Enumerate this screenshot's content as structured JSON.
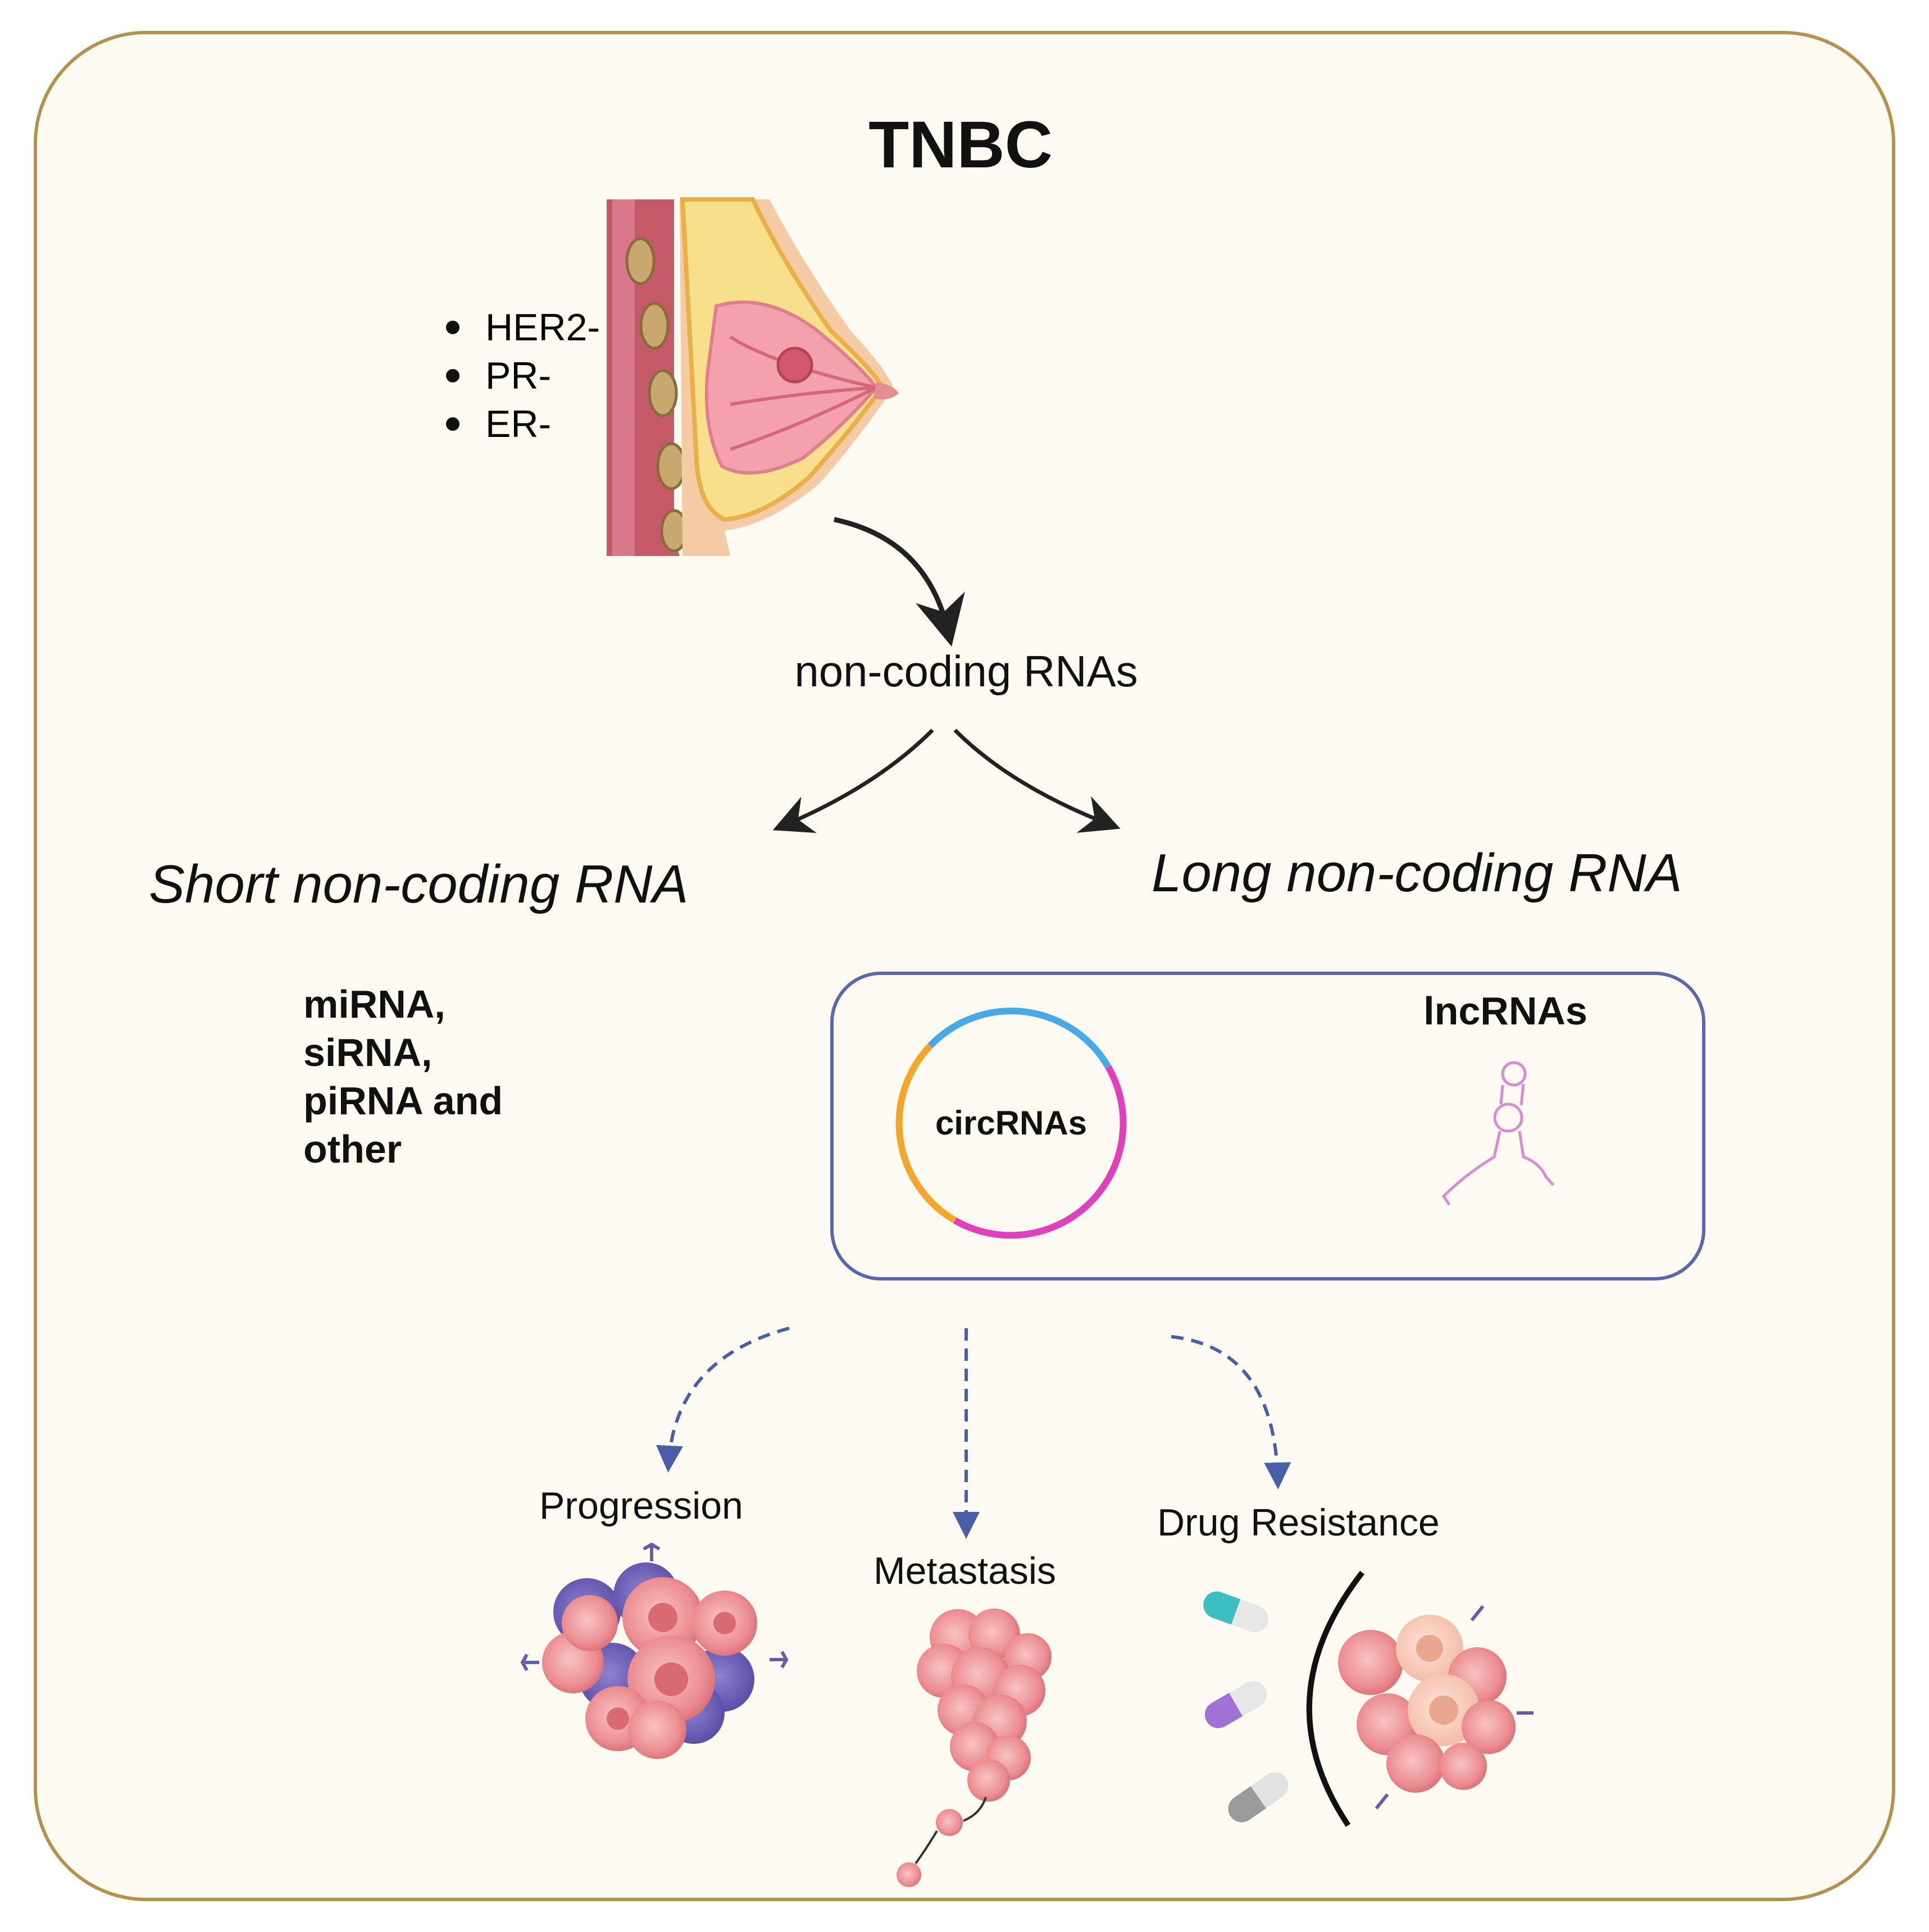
{
  "title": "TNBC",
  "receptor_markers": [
    "HER2-",
    "PR-",
    "ER-"
  ],
  "root_node": "non-coding RNAs",
  "short_branch": {
    "heading": "Short non-coding RNA",
    "members": [
      "miRNA,",
      "siRNA,",
      "piRNA and",
      "other"
    ]
  },
  "long_branch": {
    "heading": "Long non-coding RNA",
    "circ_label": "circRNAs",
    "lnc_label": "lncRNAs"
  },
  "outcomes": {
    "progression": "Progression",
    "metastasis": "Metastasis",
    "drug_resistance": "Drug Resistance"
  },
  "colors": {
    "panel_border": "#b5914b",
    "panel_fill": "#fdfbf1",
    "box_border": "#5a66ad",
    "dashed_arrow": "#4a5ea8",
    "solid_arrow": "#222222"
  },
  "icons": [
    "breast-anatomy-icon",
    "circrna-icon",
    "lncrna-hairpin-icon",
    "tumor-cluster-icon",
    "metastasis-cells-icon",
    "capsule-icon",
    "tumor-barrier-icon"
  ]
}
